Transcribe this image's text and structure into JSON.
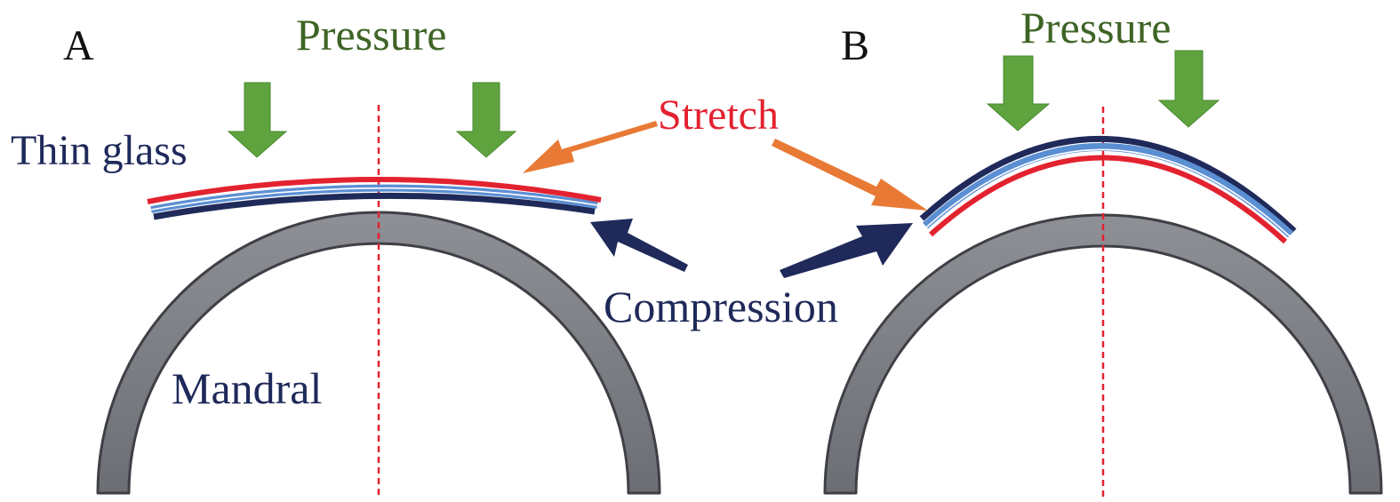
{
  "colors": {
    "mandrel_fill": "#7b7d83",
    "mandrel_edge": "#3e4046",
    "tension_layer": "#e32230",
    "mid_layer": "#5b8fd3",
    "compression_layer": "#1f2a5a",
    "pressure_arrow": "#5fa33f",
    "stretch_arrow": "#e87a35",
    "compression_arrow": "#1f2a5a",
    "center_line": "#e32230",
    "letter_text": "#111111",
    "pressure_text": "#3f6426",
    "stretch_text": "#e32230",
    "navy_text": "#1f2a5a"
  },
  "panel_a": {
    "letter": "A",
    "pressure_label": "Pressure",
    "glass_label": "Thin glass",
    "mandrel_label": "Mandral"
  },
  "panel_b": {
    "letter": "B",
    "pressure_label": "Pressure"
  },
  "shared": {
    "stretch_label": "Stretch",
    "compression_label": "Compression"
  }
}
